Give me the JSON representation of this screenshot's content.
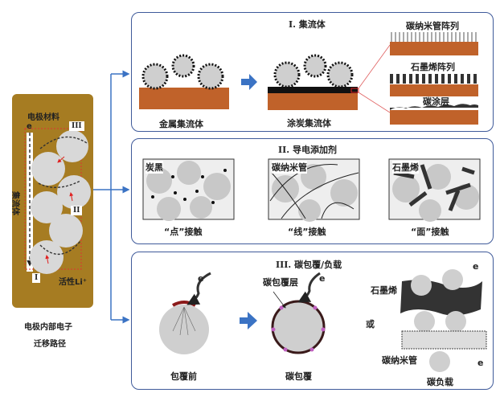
{
  "left": {
    "electrode_material": "电极材料",
    "current_collector": "集流体",
    "electron": "e",
    "active_li": "活性Li⁺",
    "path_labels": [
      "I",
      "II",
      "III"
    ],
    "caption_line1": "电极内部电子",
    "caption_line2": "迁移路径"
  },
  "panel1": {
    "title": "I.  集流体",
    "metal_label": "金属集流体",
    "coated_label": "涂炭集流体",
    "cnt_array": "碳纳米管阵列",
    "graphene_array": "石墨烯阵列",
    "carbon_coating": "碳涂层"
  },
  "panel2": {
    "title": "II.  导电添加剂",
    "carbon_black": "炭黑",
    "cnt": "碳纳米管",
    "graphene": "石墨烯",
    "point_contact": "“点”接触",
    "line_contact": "“线”接触",
    "face_contact": "“面”接触"
  },
  "panel3": {
    "title": "III.  碳包覆/负载",
    "electron": "e",
    "before_label": "包覆前",
    "coating_layer": "碳包覆层",
    "coated_label": "碳包覆",
    "or": "或",
    "graphene": "石墨烯",
    "cnt": "碳纳米管",
    "loading_label": "碳负载"
  },
  "colors": {
    "panel_border": "#3f5a9a",
    "left_bg": "#a67c22",
    "copper": "#c0622a",
    "arrow_blue": "#3b73c4",
    "particle": "#cfcfcf"
  }
}
